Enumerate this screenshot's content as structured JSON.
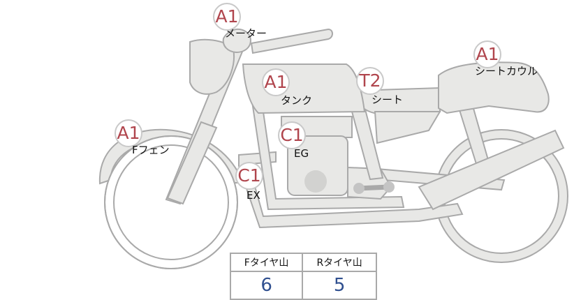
{
  "parts": [
    {
      "id": "meter",
      "grade": "A1",
      "label": "メーター"
    },
    {
      "id": "tank",
      "grade": "A1",
      "label": "タンク"
    },
    {
      "id": "seat",
      "grade": "T2",
      "label": "シート"
    },
    {
      "id": "seat-cowl",
      "grade": "A1",
      "label": "シートカウル"
    },
    {
      "id": "front-fender",
      "grade": "A1",
      "label": "Fフェン"
    },
    {
      "id": "engine",
      "grade": "C1",
      "label": "EG"
    },
    {
      "id": "exhaust",
      "grade": "C1",
      "label": "EX"
    }
  ],
  "tire_table": {
    "headers": [
      "Fタイヤ山",
      "Rタイヤ山"
    ],
    "values": [
      "6",
      "5"
    ]
  },
  "colors": {
    "part_fill": "#e8e8e6",
    "part_stroke": "#a9a9a9",
    "grade_text": "#b0454d",
    "tire_value": "#2f4f8f"
  }
}
